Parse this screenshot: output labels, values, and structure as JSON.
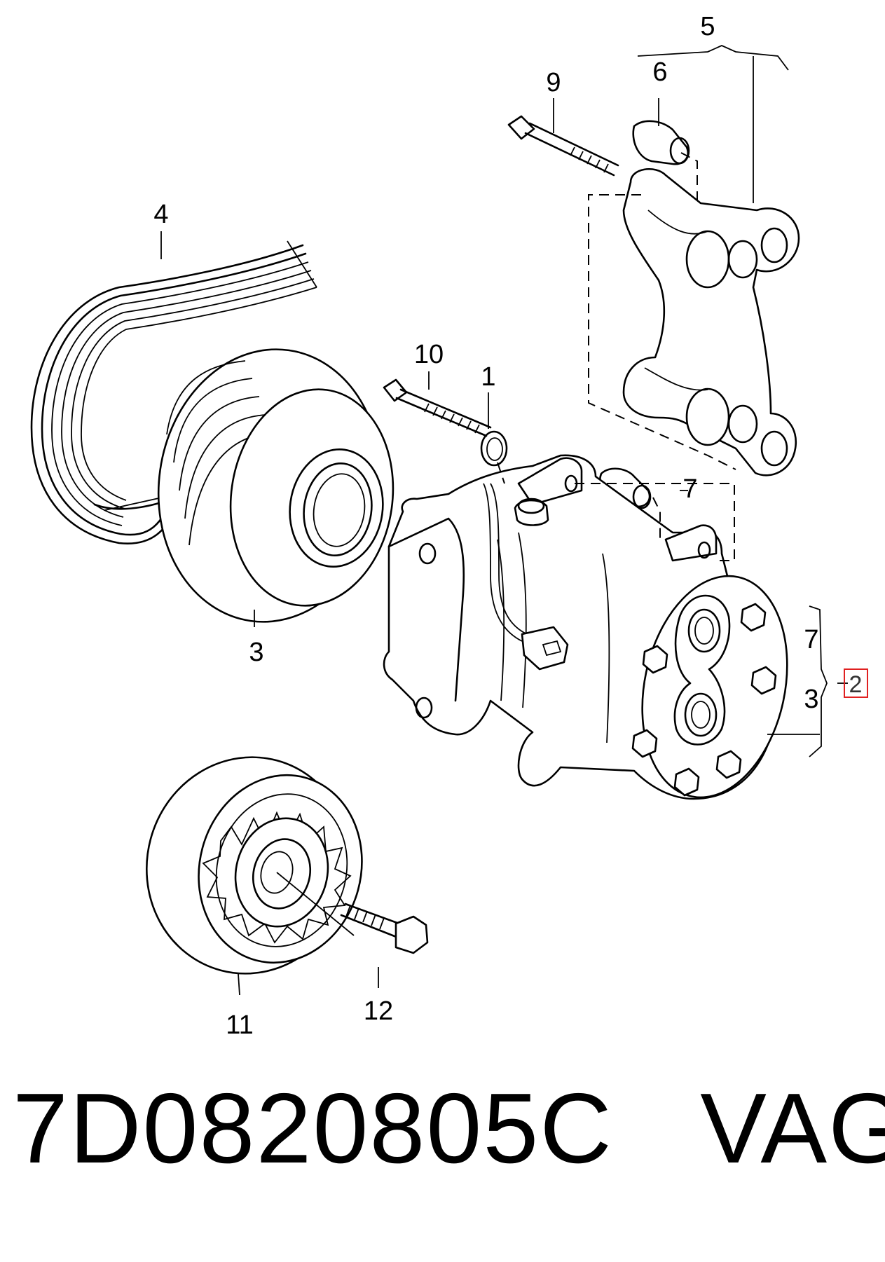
{
  "callouts": {
    "c1": "1",
    "c2": "2",
    "c3": "3",
    "c3b": "3",
    "c4": "4",
    "c5": "5",
    "c6": "6",
    "c7": "7",
    "c7b": "7",
    "c9": "9",
    "c10": "10",
    "c11": "11",
    "c12": "12"
  },
  "caption": {
    "part_number": "7D0820805C",
    "brand": "VAG"
  },
  "colors": {
    "line": "#000000",
    "highlight_box": "#e02020",
    "background": "#ffffff"
  }
}
